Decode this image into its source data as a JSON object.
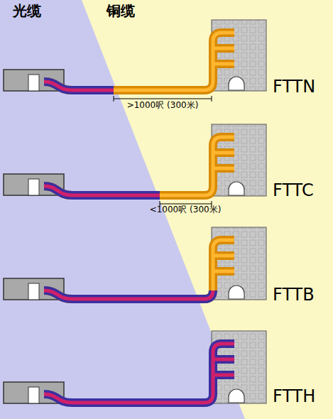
{
  "diagram": {
    "labels": [
      "光缆",
      "铜缆",
      ">1000呎 (300米)",
      "FTTN",
      "<1000呎 (300米)",
      "FTTC",
      "FTTB",
      "FTTH"
    ]
  }
}
